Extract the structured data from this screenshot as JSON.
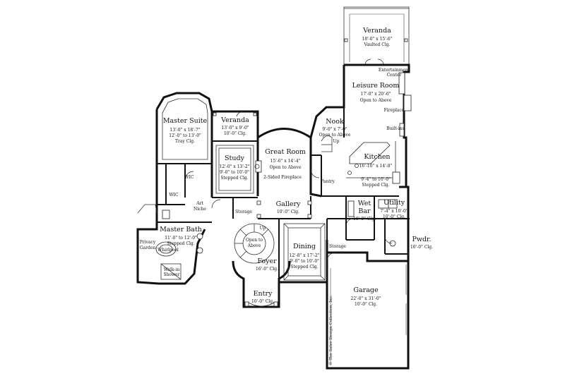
{
  "rooms": {
    "veranda_rear": {
      "name": "Veranda",
      "dims": "18'-0\" x 15'-6\"",
      "ceiling": "Vaulted Clg."
    },
    "entertainment": {
      "line1": "Entertainment",
      "line2": "Center"
    },
    "leisure": {
      "name": "Leisure Room",
      "dims": "17'-0\" x 20'-6\"",
      "ceiling": "Open to Above"
    },
    "fireplace": {
      "label": "Fireplace"
    },
    "builtins": {
      "label": "Built-ins"
    },
    "nook": {
      "name": "Nook",
      "dims": "9'-0\" x 7'-0\"",
      "ceiling": "Open to Above",
      "up": "Up"
    },
    "master_suite": {
      "name": "Master Suite",
      "dims": "13'-0\" x 18'-7\"",
      "dims2": "12'-0\" to 13'-0\"",
      "ceiling": "Tray Clg."
    },
    "veranda_front": {
      "name": "Veranda",
      "dims": "13'-0\" x 9'-0\"",
      "ceiling": "10'-0\" Clg."
    },
    "great_room": {
      "name": "Great Room",
      "dims": "15'-6\" x 14'-4\"",
      "ceiling": "Open to Above",
      "fireplace": "2-Sided Fireplace"
    },
    "study": {
      "name": "Study",
      "dims": "12'-0\" x 13'-2\"",
      "dims2": "9'-0\" to 10'-0\"",
      "ceiling": "Stepped Clg."
    },
    "kitchen": {
      "name": "Kitchen",
      "dims": "16'-10\" x 14'-8\"",
      "dims2": "9'-4\" to 10'-0\"",
      "ceiling": "Stepped Clg."
    },
    "pantry": {
      "label": "Pantry"
    },
    "wic1": {
      "label": "WIC"
    },
    "wic2": {
      "label": "WIC"
    },
    "art_niche": {
      "line1": "Art",
      "line2": "Niche"
    },
    "storage1": {
      "label": "Storage"
    },
    "gallery": {
      "name": "Gallery",
      "ceiling": "10'-0\" Clg."
    },
    "wet_bar": {
      "name": "Wet",
      "name2": "Bar",
      "ceiling": "10'-0\" Clg."
    },
    "utility": {
      "name": "Utility",
      "dims": "7'-4\" x 10'-0\"",
      "ceiling": "10'-0\" Clg."
    },
    "master_bath": {
      "name": "Master Bath",
      "dims": "11'-0\" to 12'-0\"",
      "ceiling": "Stepped Clg."
    },
    "privacy_garden": {
      "line1": "Privacy",
      "line2": "Garden"
    },
    "whirlpool": {
      "label": "Whirlpool"
    },
    "walkin_shower": {
      "line1": "Walk-in",
      "line2": "Shower"
    },
    "foyer_open": {
      "line1": "Open to",
      "line2": "Above",
      "up": "Up"
    },
    "foyer": {
      "name": "Foyer",
      "ceiling": "16'-0\" Clg."
    },
    "dining": {
      "name": "Dining",
      "dims": "12'-8\" x 17'-2\"",
      "dims2": "9'-0\" to 10'-0\"",
      "ceiling": "Stepped Clg."
    },
    "storage2": {
      "label": "Storage"
    },
    "pwdr": {
      "name": "Pwdr.",
      "ceiling": "10'-0\" Clg."
    },
    "entry": {
      "name": "Entry",
      "ceiling": "10'-0\" Clg."
    },
    "garage": {
      "name": "Garage",
      "dims": "22'-0\" x 31'-0\"",
      "ceiling": "10'-0\" Clg."
    }
  },
  "copyright": "© The Sater Design Collection, Inc."
}
